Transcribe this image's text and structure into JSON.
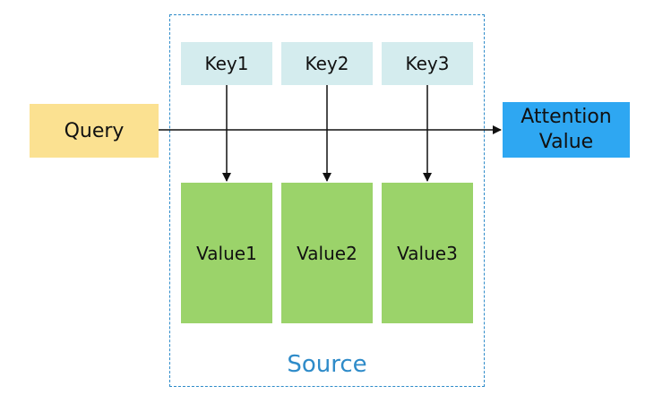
{
  "diagram": {
    "query_label": "Query",
    "attention_label_line1": "Attention",
    "attention_label_line2": "Value",
    "source_label": "Source",
    "keys": [
      "Key1",
      "Key2",
      "Key3"
    ],
    "values": [
      "Value1",
      "Value2",
      "Value3"
    ]
  },
  "colors": {
    "query_fill": "#fbe191",
    "attention_fill": "#2ea7f2",
    "key_fill": "#d4ecee",
    "value_fill": "#9bd36a",
    "source_border": "#2e8bc9",
    "arrow": "#111111"
  }
}
